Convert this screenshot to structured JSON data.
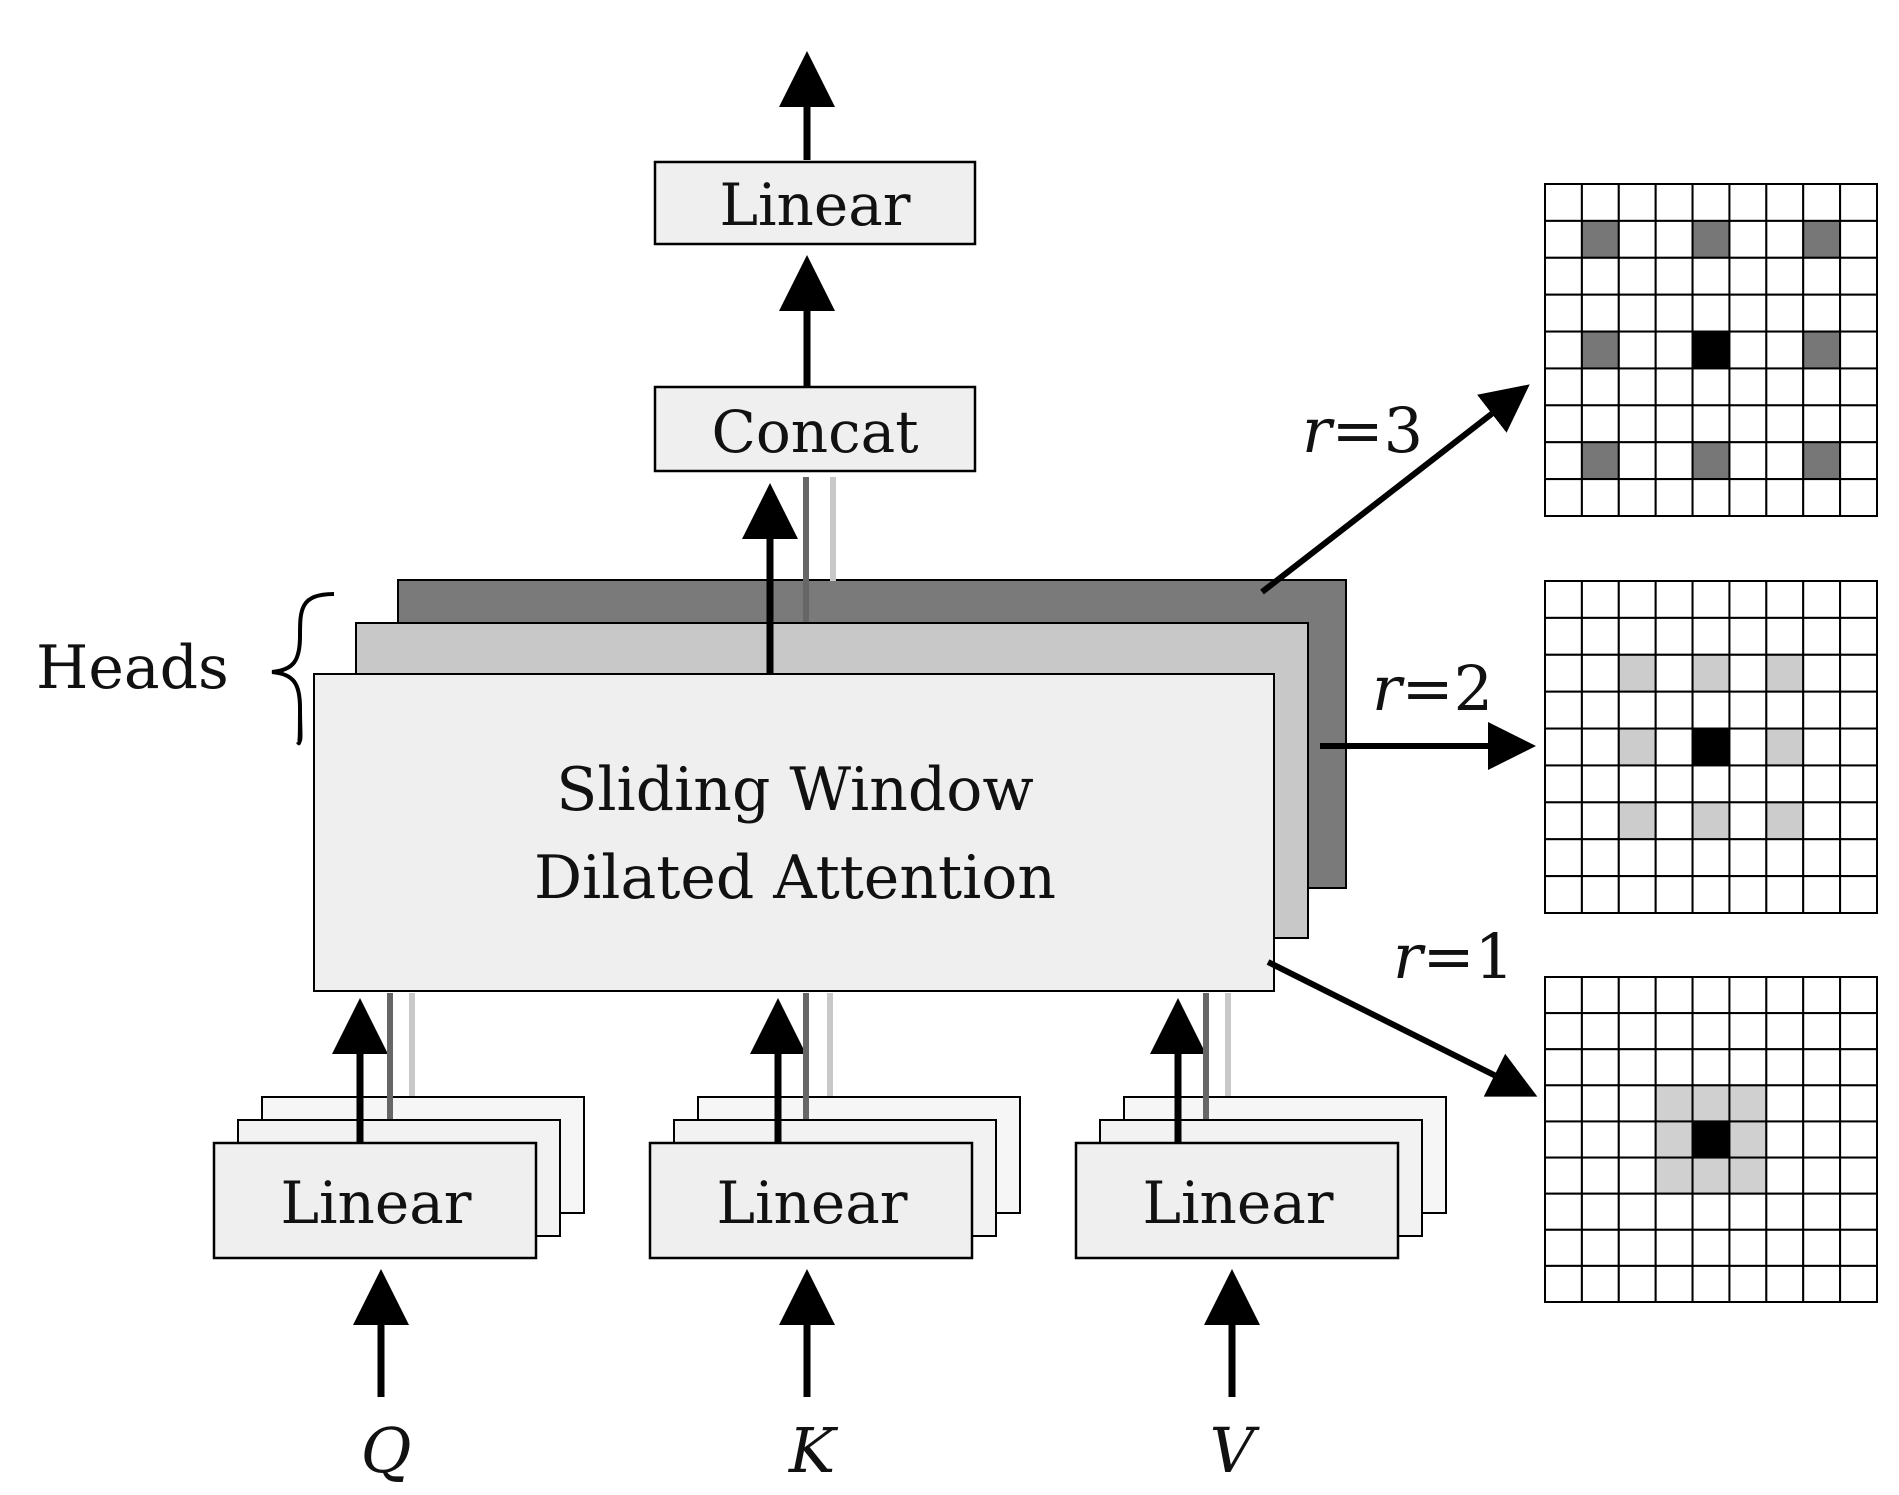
{
  "labels": {
    "output_linear": "Linear",
    "concat": "Concat",
    "heads": "Heads",
    "attention_line1": "Sliding Window",
    "attention_line2": "Dilated Attention",
    "q_linear": "Linear",
    "k_linear": "Linear",
    "v_linear": "Linear",
    "q": "Q",
    "k": "K",
    "v": "V"
  },
  "dilations": [
    {
      "var": "r",
      "eq": "=3",
      "rate": 3,
      "color": "#777777"
    },
    {
      "var": "r",
      "eq": "=2",
      "rate": 2,
      "color": "#cccccc"
    },
    {
      "var": "r",
      "eq": "=1",
      "rate": 1,
      "color": "#d0d0d0"
    }
  ],
  "colors": {
    "box_fill": "#efefef",
    "head_back": "#7a7a7a",
    "head_mid": "#c8c8c8",
    "head_front": "#efefef",
    "center_cell": "#000000"
  }
}
